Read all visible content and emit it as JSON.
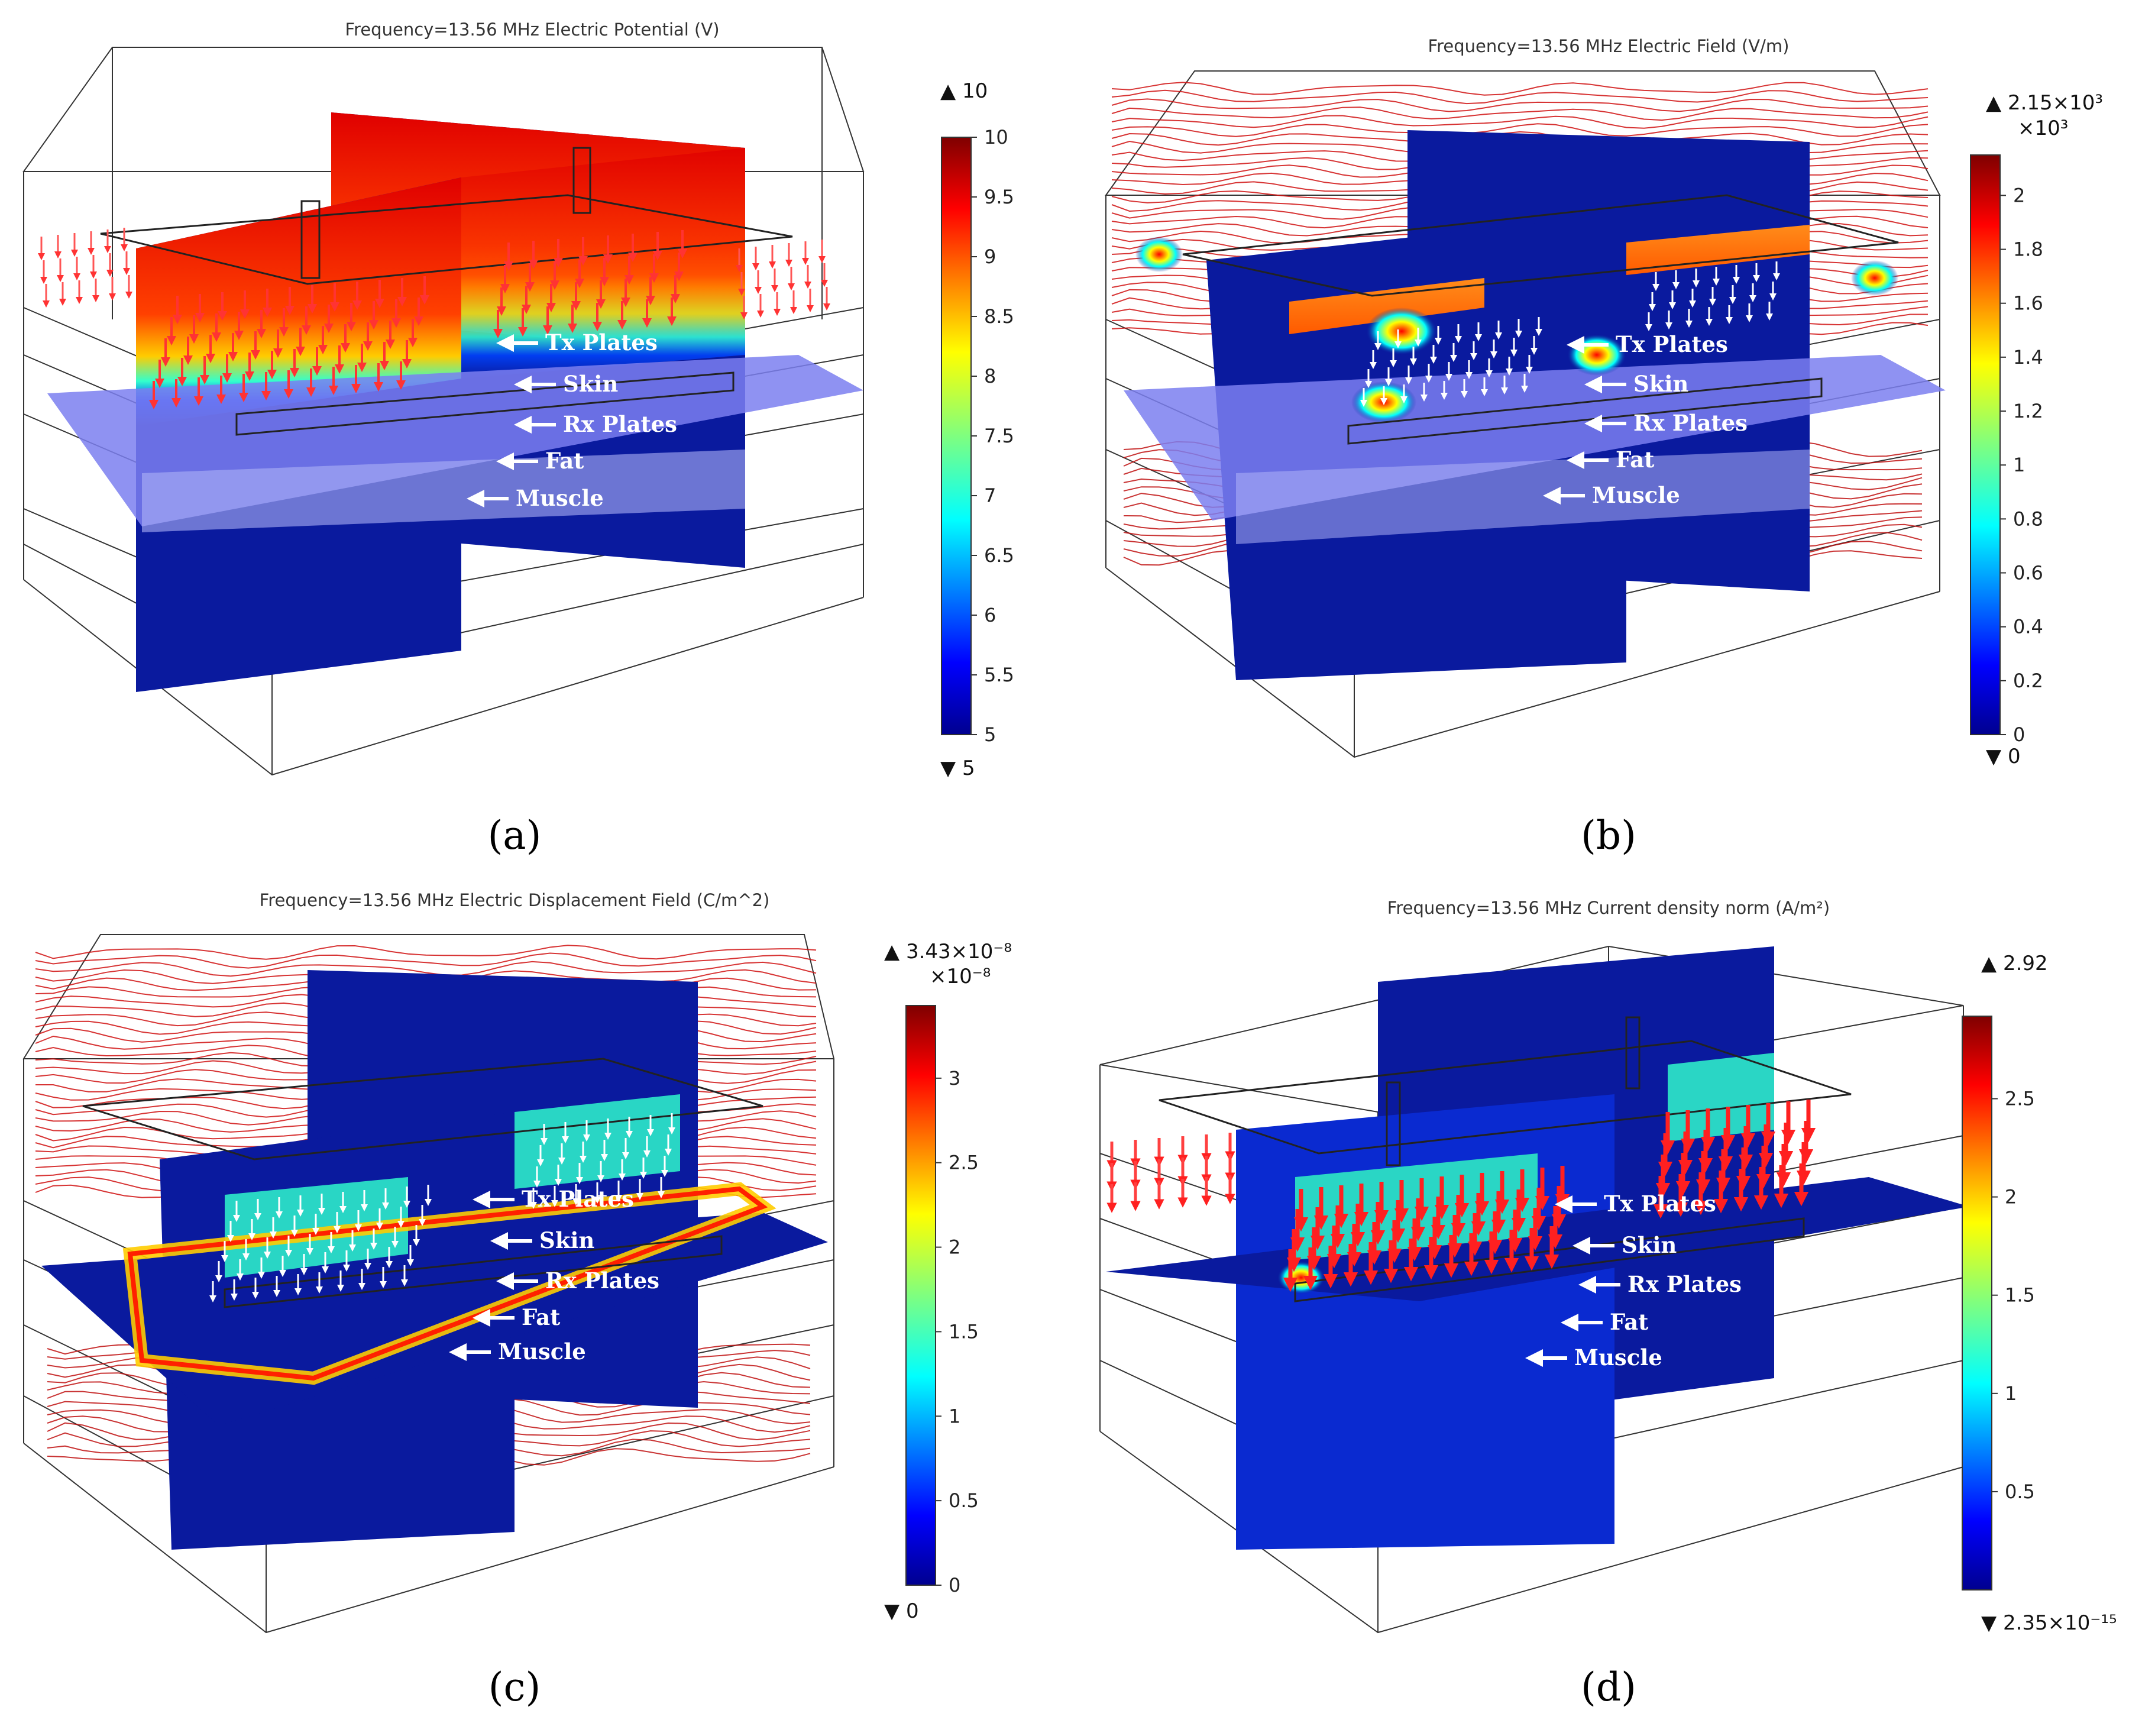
{
  "panels": [
    {
      "id": "a",
      "title": "Frequency=13.56 MHz Electric Potential (V)",
      "caption": "(a)",
      "legend_max": "10",
      "legend_min": "5",
      "multiplier": "",
      "ticks": [
        "10",
        "9.5",
        "9",
        "8.5",
        "8",
        "7.5",
        "7",
        "6.5",
        "6",
        "5.5",
        "5"
      ],
      "range": [
        5,
        10
      ],
      "arrow_color": "#ff3333",
      "layers": [
        "Tx Plates",
        "Skin",
        "Rx Plates",
        "Fat",
        "Muscle"
      ]
    },
    {
      "id": "b",
      "title": "Frequency=13.56 MHz Electric Field (V/m)",
      "caption": "(b)",
      "legend_max": "2.15×10³",
      "legend_min": "0",
      "multiplier": "×10³",
      "ticks": [
        "2",
        "1.8",
        "1.6",
        "1.4",
        "1.2",
        "1",
        "0.8",
        "0.6",
        "0.4",
        "0.2",
        "0"
      ],
      "range": [
        0,
        2.15
      ],
      "arrow_color": "#ffffff",
      "layers": [
        "Tx Plates",
        "Skin",
        "Rx Plates",
        "Fat",
        "Muscle"
      ]
    },
    {
      "id": "c",
      "title": "Frequency=13.56 MHz Electric Displacement Field (C/m^2)",
      "caption": "(c)",
      "legend_max": "3.43×10⁻⁸",
      "legend_min": "0",
      "multiplier": "×10⁻⁸",
      "ticks": [
        "3",
        "2.5",
        "2",
        "1.5",
        "1",
        "0.5",
        "0"
      ],
      "range": [
        0,
        3.43
      ],
      "arrow_color": "#ffffff",
      "layers": [
        "Tx Plates",
        "Skin",
        "Rx Plates",
        "Fat",
        "Muscle"
      ]
    },
    {
      "id": "d",
      "title": "Frequency=13.56 MHz Current density norm (A/m²)",
      "caption": "(d)",
      "legend_max": "2.92",
      "legend_min": "2.35×10⁻¹⁵",
      "multiplier": "",
      "ticks": [
        "2.5",
        "2",
        "1.5",
        "1",
        "0.5"
      ],
      "range": [
        0,
        2.92
      ],
      "arrow_color": "#ff2020",
      "layers": [
        "Tx Plates",
        "Skin",
        "Rx Plates",
        "Fat",
        "Muscle"
      ]
    }
  ],
  "colors": {
    "blue": "#0a1a9e",
    "red": "#d40000",
    "plane": "#7b7ff0"
  }
}
